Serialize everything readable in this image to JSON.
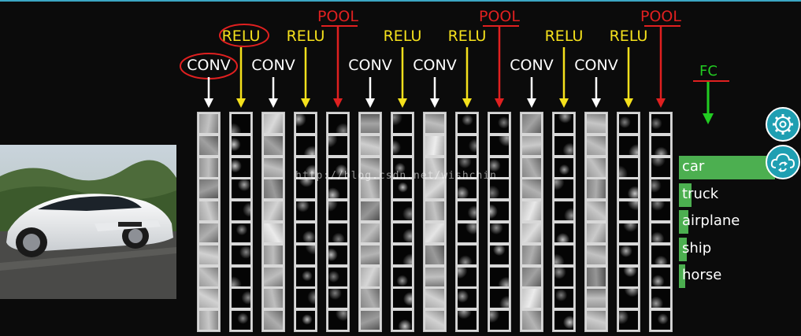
{
  "labels": {
    "conv": "CONV",
    "relu": "RELU",
    "pool": "POOL",
    "fc": "FC"
  },
  "columns": [
    {
      "type": "conv"
    },
    {
      "type": "relu"
    },
    {
      "type": "conv"
    },
    {
      "type": "relu"
    },
    {
      "type": "pool"
    },
    {
      "type": "conv"
    },
    {
      "type": "relu"
    },
    {
      "type": "conv"
    },
    {
      "type": "relu"
    },
    {
      "type": "pool"
    },
    {
      "type": "conv"
    },
    {
      "type": "relu"
    },
    {
      "type": "conv"
    },
    {
      "type": "relu"
    },
    {
      "type": "pool"
    }
  ],
  "classes": [
    {
      "name": "car",
      "score": 1.0
    },
    {
      "name": "truck",
      "score": 0.13
    },
    {
      "name": "airplane",
      "score": 0.1
    },
    {
      "name": "ship",
      "score": 0.08
    },
    {
      "name": "horse",
      "score": 0.04
    }
  ],
  "watermark": "http://blog.csdn.net/wishchin",
  "colors": {
    "conv": "#ffffff",
    "relu": "#f5e11c",
    "pool": "#e02020",
    "fc": "#22cc22",
    "bar": "#4caf50",
    "annotation": "#e02020"
  },
  "icons": {
    "settings": "gear-icon",
    "cloud": "cloud-sync-icon"
  }
}
